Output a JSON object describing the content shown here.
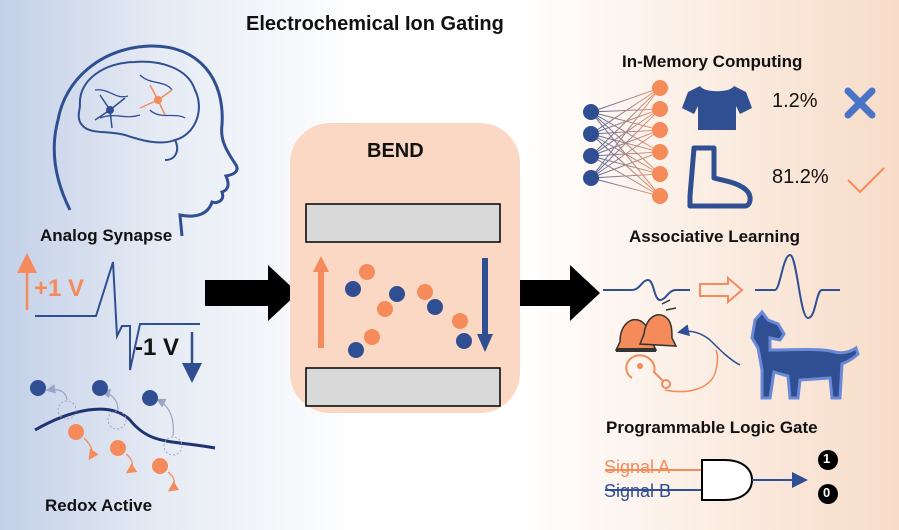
{
  "title": "Electrochemical Ion Gating",
  "left": {
    "analog_label": "Analog Synapse",
    "plus_voltage": "+1 V",
    "minus_voltage": "-1 V",
    "redox_label": "Redox Active"
  },
  "center": {
    "bend_label": "BEND"
  },
  "right": {
    "imc_label": "In-Memory Computing",
    "shirt_percent": "1.2%",
    "boot_percent": "81.2%",
    "assoc_label": "Associative Learning",
    "logic_label": "Programmable Logic Gate",
    "signal_a": "Signal A",
    "signal_b": "Signal B",
    "output_one": "1",
    "output_zero": "0"
  },
  "colors": {
    "orange": "#f58a5a",
    "blue": "#2f4f92",
    "black": "#000000",
    "plate": "#d9d9d9"
  },
  "icons": [
    "brain-head-icon",
    "shirt-icon",
    "boot-icon",
    "cross-icon",
    "check-icon",
    "bell-icon",
    "meat-icon",
    "dog-icon",
    "and-gate-icon"
  ]
}
